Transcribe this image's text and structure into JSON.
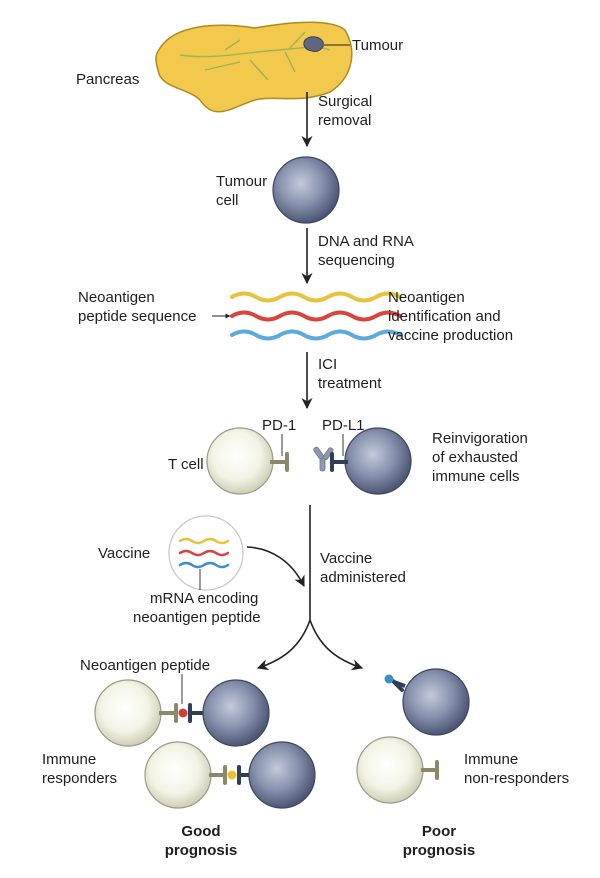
{
  "labels": {
    "tumour": "Tumour",
    "pancreas": "Pancreas",
    "surgical_removal": [
      "Surgical",
      "removal"
    ],
    "tumour_cell": [
      "Tumour",
      "cell"
    ],
    "sequencing": [
      "DNA and RNA",
      "sequencing"
    ],
    "neoantigen_peptide_sequence": [
      "Neoantigen",
      "peptide sequence"
    ],
    "neoantigen_identification": [
      "Neoantigen",
      "identification and",
      "vaccine production"
    ],
    "ici_treatment": [
      "ICI",
      "treatment"
    ],
    "pd1": "PD-1",
    "pdl1": "PD-L1",
    "t_cell": "T cell",
    "reinvigoration": [
      "Reinvigoration",
      "of exhausted",
      "immune cells"
    ],
    "vaccine": "Vaccine",
    "mrna_encoding": [
      "mRNA encoding",
      "neoantigen peptide"
    ],
    "vaccine_administered": [
      "Vaccine",
      "administered"
    ],
    "neoantigen_peptide": "Neoantigen peptide",
    "immune_responders": [
      "Immune",
      "responders"
    ],
    "immune_non_responders": [
      "Immune",
      "non-responders"
    ],
    "good_prognosis": [
      "Good",
      "prognosis"
    ],
    "poor_prognosis": [
      "Poor",
      "prognosis"
    ]
  },
  "colors": {
    "pancreas": "#f2c94c",
    "tumour_cell": "#7b88a8",
    "t_cell": "#eef0dc",
    "rna_yellow": "#e8c23a",
    "rna_red": "#d9443f",
    "rna_blue": "#5aa9df",
    "pd1": "#8a8a6a",
    "pdl1": "#2e3f56",
    "peptide_red": "#d43d3d",
    "peptide_yellow": "#e6c232",
    "peptide_blue": "#3a8fc6",
    "arrow": "#222222"
  }
}
